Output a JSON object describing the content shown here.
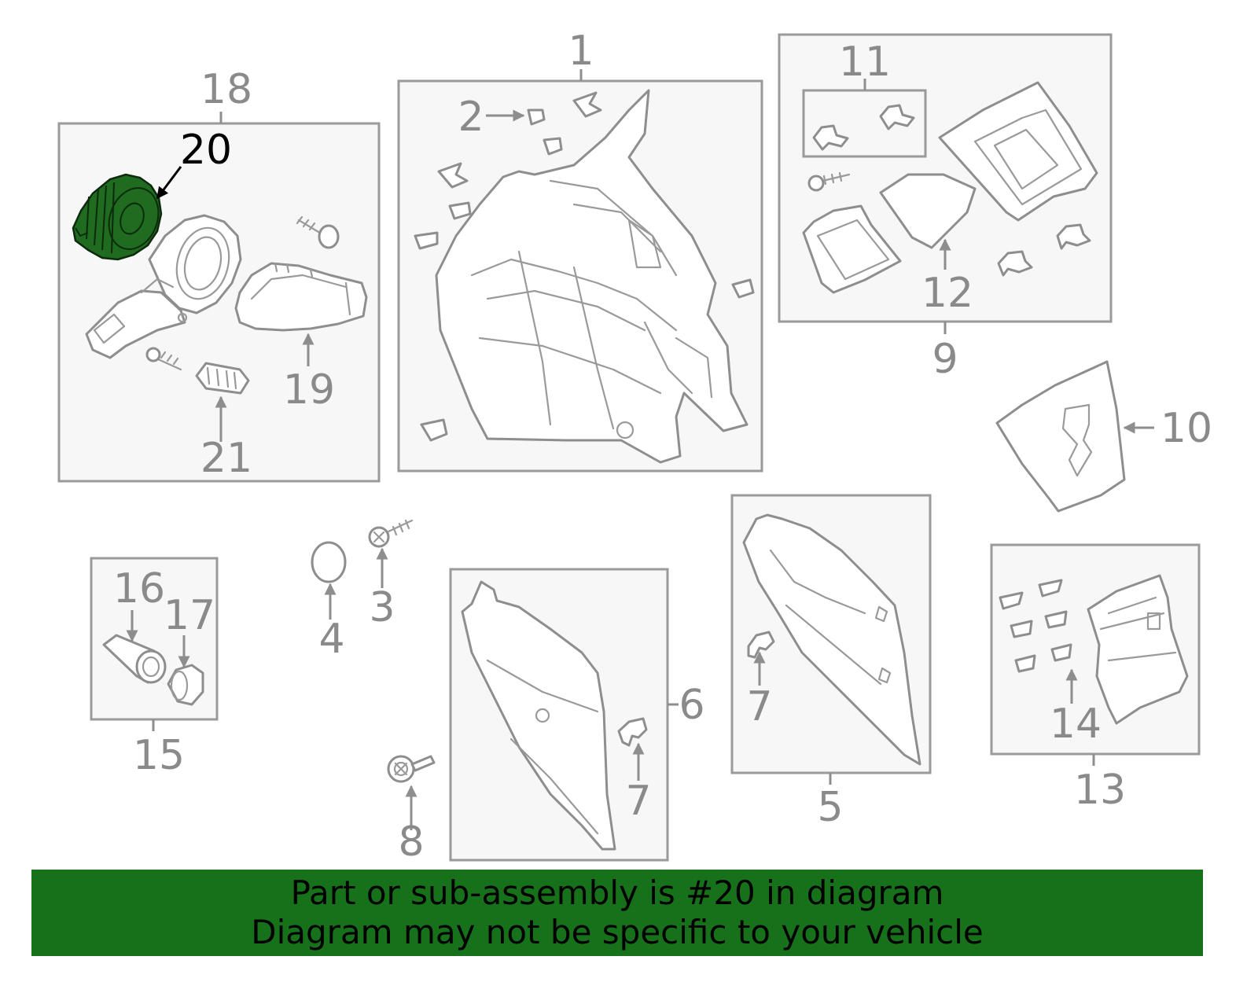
{
  "diagram": {
    "highlighted_part": "20",
    "callouts": {
      "c1": "1",
      "c2": "2",
      "c3": "3",
      "c4": "4",
      "c5": "5",
      "c6": "6",
      "c7a": "7",
      "c7b": "7",
      "c8": "8",
      "c9": "9",
      "c10": "10",
      "c11": "11",
      "c12": "12",
      "c13": "13",
      "c14": "14",
      "c15": "15",
      "c16": "16",
      "c17": "17",
      "c18": "18",
      "c19": "19",
      "c20": "20",
      "c21": "21"
    },
    "colors": {
      "highlight": "#1f6b1f",
      "banner": "#17701a",
      "lines": "#8e8e8e"
    }
  },
  "banner": {
    "line1": "Part or sub-assembly is #20 in diagram",
    "line2": "Diagram may not be specific to your vehicle"
  }
}
